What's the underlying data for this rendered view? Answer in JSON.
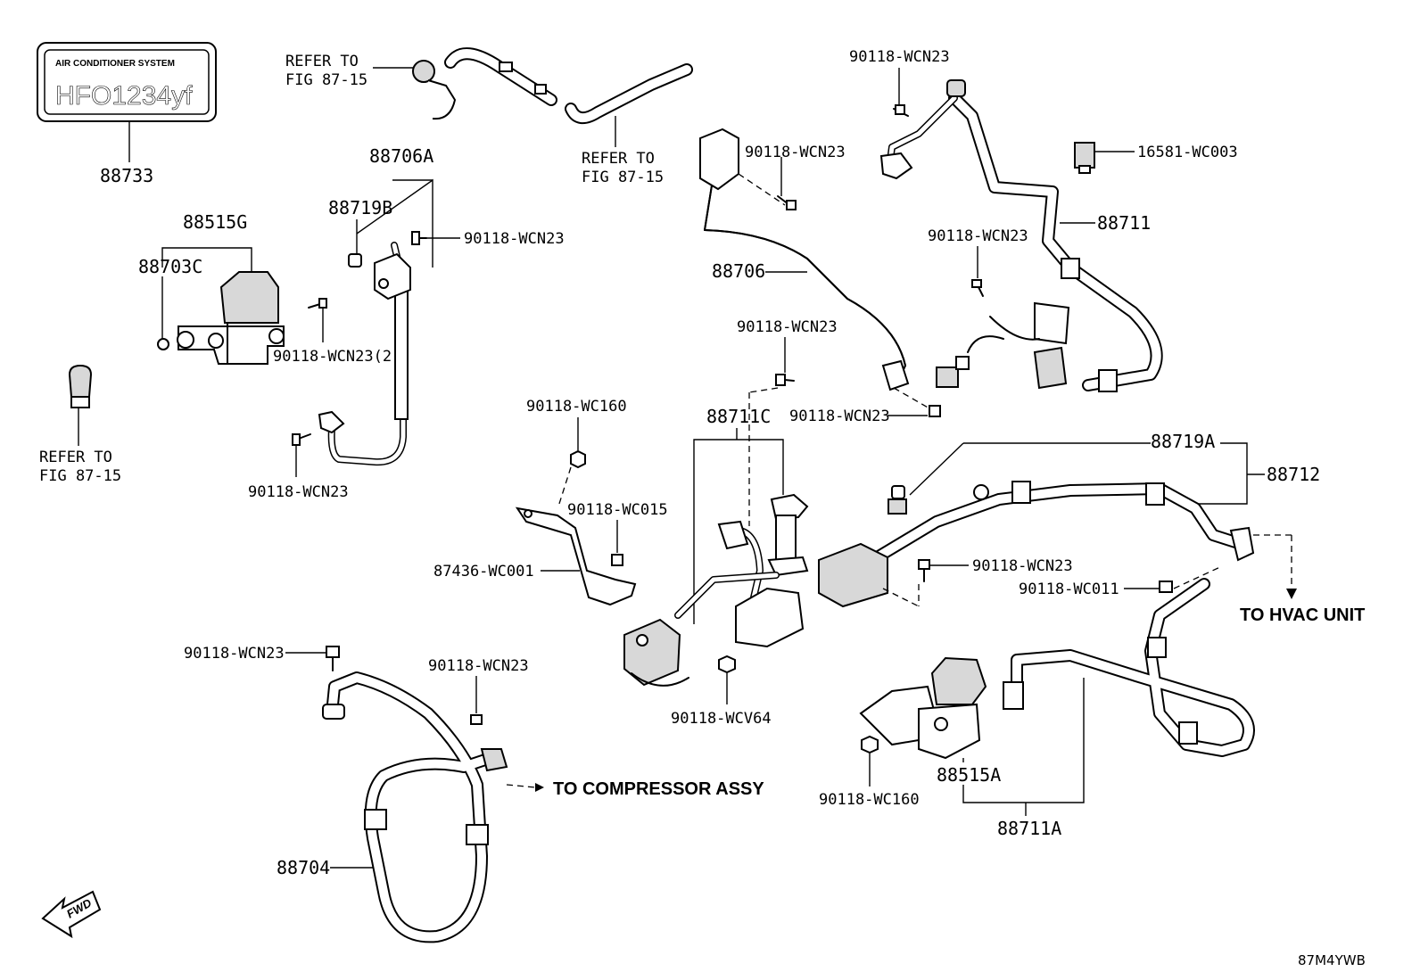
{
  "label": {
    "system": "AIR CONDITIONER SYSTEM",
    "refrigerant": "HFO1234yf"
  },
  "callouts": {
    "p88733": "88733",
    "p88515G": "88515G",
    "p88703C": "88703C",
    "p90118_wcn23_2": "90118-WCN23(2)",
    "refer_fig_left_1": "REFER TO",
    "refer_fig_left_2": "FIG 87-15",
    "refer_top_1": "REFER TO",
    "refer_top_2": "FIG 87-15",
    "refer_mid_1": "REFER TO",
    "refer_mid_2": "FIG 87-15",
    "p88706A": "88706A",
    "p88719B": "88719B",
    "p90118_wcn23_a": "90118-WCN23",
    "p90118_wcn23_b": "90118-WCN23",
    "p90118_wcn23_c": "90118-WCN23",
    "p88706": "88706",
    "p90118_wcn23_top": "90118-WCN23",
    "p16581_wc003": "16581-WC003",
    "p88711": "88711",
    "p90118_wcn23_d": "90118-WCN23",
    "p90118_wcn23_e": "90118-WCN23",
    "p90118_wcn23_f": "90118-WCN23",
    "p90118_wc160_a": "90118-WC160",
    "p90118_wc015": "90118-WC015",
    "p87436_wc001": "87436-WC001",
    "p88711C": "88711C",
    "p88719A": "88719A",
    "p88712": "88712",
    "p90118_wcn23_g": "90118-WCN23",
    "p90118_wc011": "90118-WC011",
    "to_hvac": "TO HVAC UNIT",
    "p90118_wcn23_h": "90118-WCN23",
    "p90118_wcn23_i": "90118-WCN23",
    "p90118_wcv64": "90118-WCV64",
    "to_compressor": "TO COMPRESSOR ASSY",
    "p88515A": "88515A",
    "p90118_wc160_b": "90118-WC160",
    "p88711A": "88711A",
    "p88704": "88704",
    "fwd": "FWD",
    "diagram_code": "87M4YWB"
  }
}
